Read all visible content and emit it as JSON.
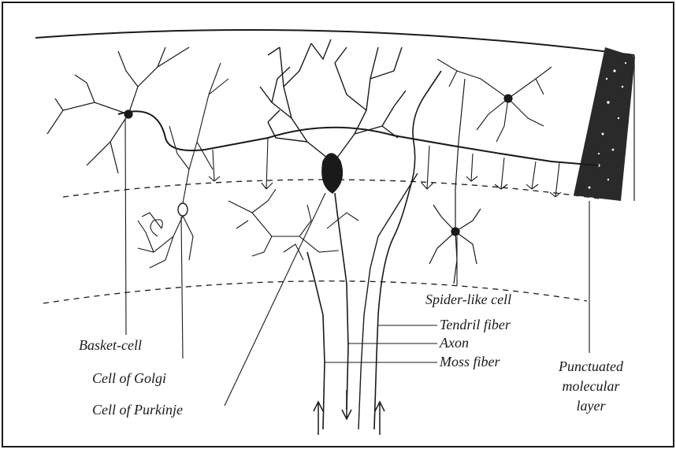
{
  "labels": {
    "basket_cell": "Basket-cell",
    "cell_of_golgi": "Cell of Golgi",
    "cell_of_purkinje": "Cell of Purkinje",
    "spider_like_cell": "Spider-like cell",
    "tendril_fiber": "Tendril fiber",
    "axon": "Axon",
    "moss_fiber": "Moss fiber",
    "punctuated_molecular_layer": [
      "Punctuated",
      "molecular",
      "layer"
    ]
  },
  "colors": {
    "ink": "#1a1a1a",
    "background": "#ffffff"
  }
}
